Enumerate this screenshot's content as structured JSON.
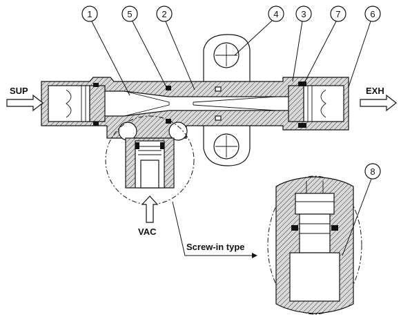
{
  "ports": {
    "supply": "SUP",
    "exhaust": "EXH",
    "vacuum": "VAC"
  },
  "callouts": [
    {
      "id": "c1",
      "label": "1"
    },
    {
      "id": "c5",
      "label": "5"
    },
    {
      "id": "c2",
      "label": "2"
    },
    {
      "id": "c4",
      "label": "4"
    },
    {
      "id": "c3",
      "label": "3"
    },
    {
      "id": "c7",
      "label": "7"
    },
    {
      "id": "c6",
      "label": "6"
    },
    {
      "id": "c8",
      "label": "8"
    }
  ],
  "detail": {
    "caption": "Screw-in type"
  },
  "colors": {
    "ink": "#111111",
    "hatch_fill": "#d9d9d9",
    "background": "#ffffff"
  }
}
